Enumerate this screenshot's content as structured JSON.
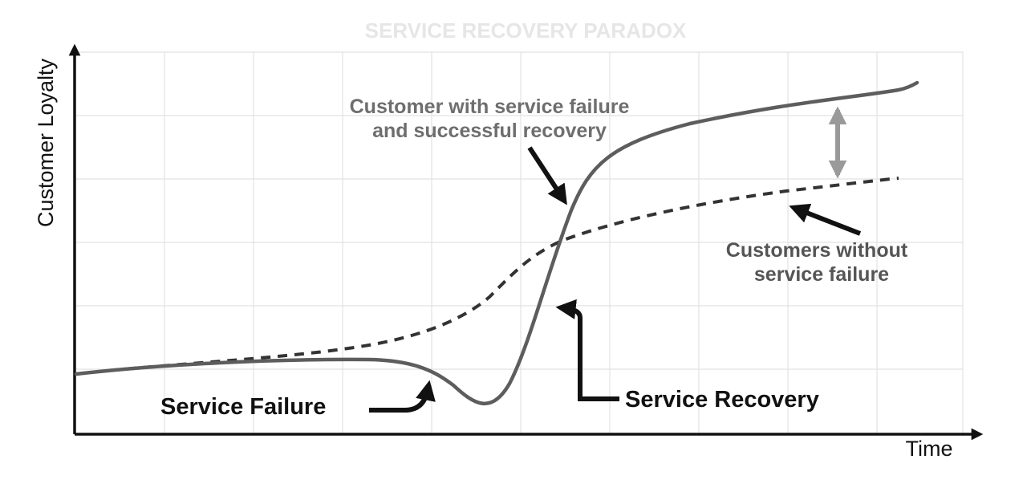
{
  "diagram": {
    "title_faded": "SERVICE RECOVERY PARADOX",
    "axes": {
      "y_label": "Customer Loyalty",
      "x_label": "Time"
    },
    "annotations": {
      "recovery_curve_label": [
        "Customer with service failure",
        "and successful recovery"
      ],
      "baseline_curve_label": [
        "Customers without",
        "service failure"
      ],
      "service_failure": "Service Failure",
      "service_recovery": "Service Recovery"
    },
    "colors": {
      "recovery_curve": "#5d5d5d",
      "baseline_curve": "#333333",
      "gap_arrow": "#9a9a9a",
      "grid": "#e2e2e2"
    }
  }
}
